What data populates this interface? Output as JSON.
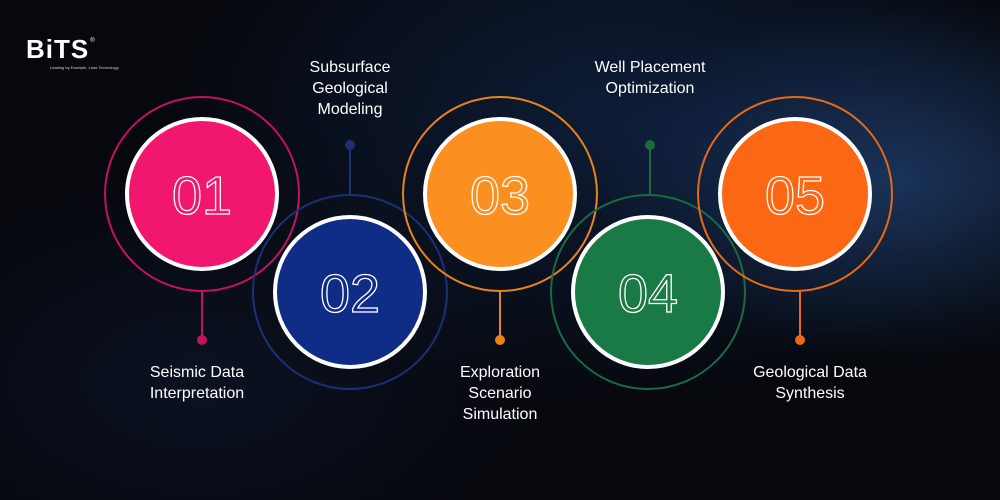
{
  "logo": {
    "text": "BiTS",
    "tagline": "Leading by Example, Lead Technology",
    "reg": "®"
  },
  "steps": [
    {
      "number": "01",
      "label": [
        "Seismic Data",
        "Interpretation"
      ],
      "color": "#f2176e",
      "ring": "#c4135c"
    },
    {
      "number": "02",
      "label": [
        "Subsurface",
        "Geological",
        "Modeling"
      ],
      "color": "#0f2c86",
      "ring": "#1d2f78"
    },
    {
      "number": "03",
      "label": [
        "Exploration",
        "Scenario",
        "Simulation"
      ],
      "color": "#fb8f1f",
      "ring": "#e98418"
    },
    {
      "number": "04",
      "label": [
        "Well Placement",
        "Optimization"
      ],
      "color": "#1a7a45",
      "ring": "#1b6a40"
    },
    {
      "number": "05",
      "label": [
        "Geological Data",
        "Synthesis"
      ],
      "color": "#fb6712",
      "ring": "#e96a12"
    }
  ]
}
